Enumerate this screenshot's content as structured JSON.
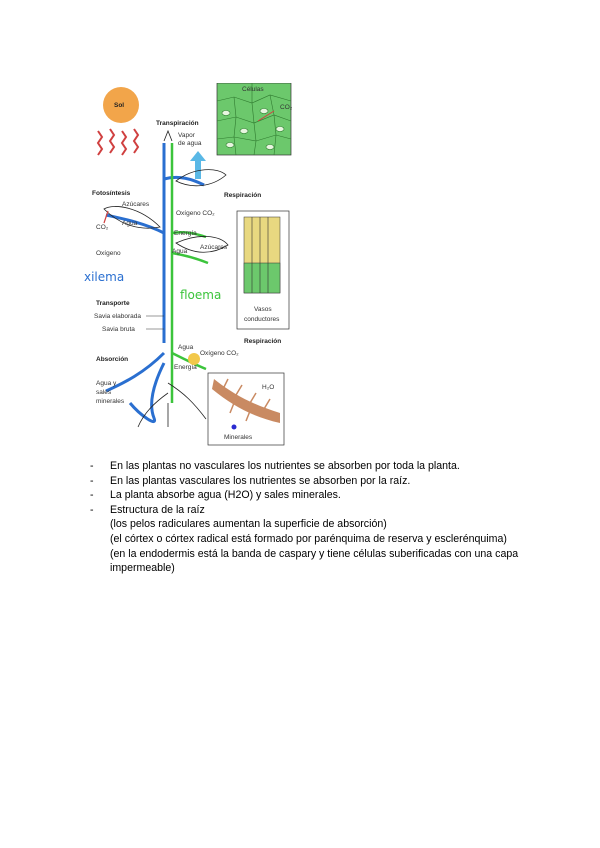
{
  "figure": {
    "sun": "Sol",
    "transpiracion": "Transpiración",
    "vapor_line1": "Vapor",
    "vapor_line2": "de agua",
    "celulas": "Células",
    "co2": "CO₂",
    "fotosintesis": "Fotosíntesis",
    "azucares": "Azúcares",
    "agua": "Agua",
    "oxigeno": "Oxígeno",
    "respiracion": "Respiración",
    "oxigeno_co2": "Oxígeno CO₂",
    "energia": "Energía",
    "xilema": "xilema",
    "floema": "floema",
    "transporte": "Transporte",
    "savia_elaborada": "Savia elaborada",
    "savia_bruta": "Savia bruta",
    "vasos_line1": "Vasos",
    "vasos_line2": "conductores",
    "absorcion": "Absorción",
    "agua_sales_line1": "Agua y",
    "agua_sales_line2": "sales",
    "agua_sales_line3": "minerales",
    "h2o": "H₂O",
    "minerales": "Minerales"
  },
  "text": {
    "item1": "En las plantas no vasculares los nutrientes se absorben por toda la planta.",
    "item2": "En las plantas vasculares los nutrientes se absorben por la raíz.",
    "item3": "La planta absorbe agua (H2O) y sales minerales.",
    "item4": "Estructura de la raíz",
    "sub1": "(los pelos radiculares aumentan la superficie de absorción)",
    "sub2": "(el córtex o córtex radical está formado por parénquima de reserva y esclerénquima)",
    "sub3": "(en la endodermis está la banda de caspary y tiene células suberificadas con una capa impermeable)",
    "dash": "-"
  },
  "colors": {
    "xylem": "#2a6fd0",
    "phloem": "#3cc43c",
    "sun": "#f2a54a",
    "cell_bg": "#6cc86c",
    "root": "#c98a62",
    "arrow_red": "#d04040"
  }
}
